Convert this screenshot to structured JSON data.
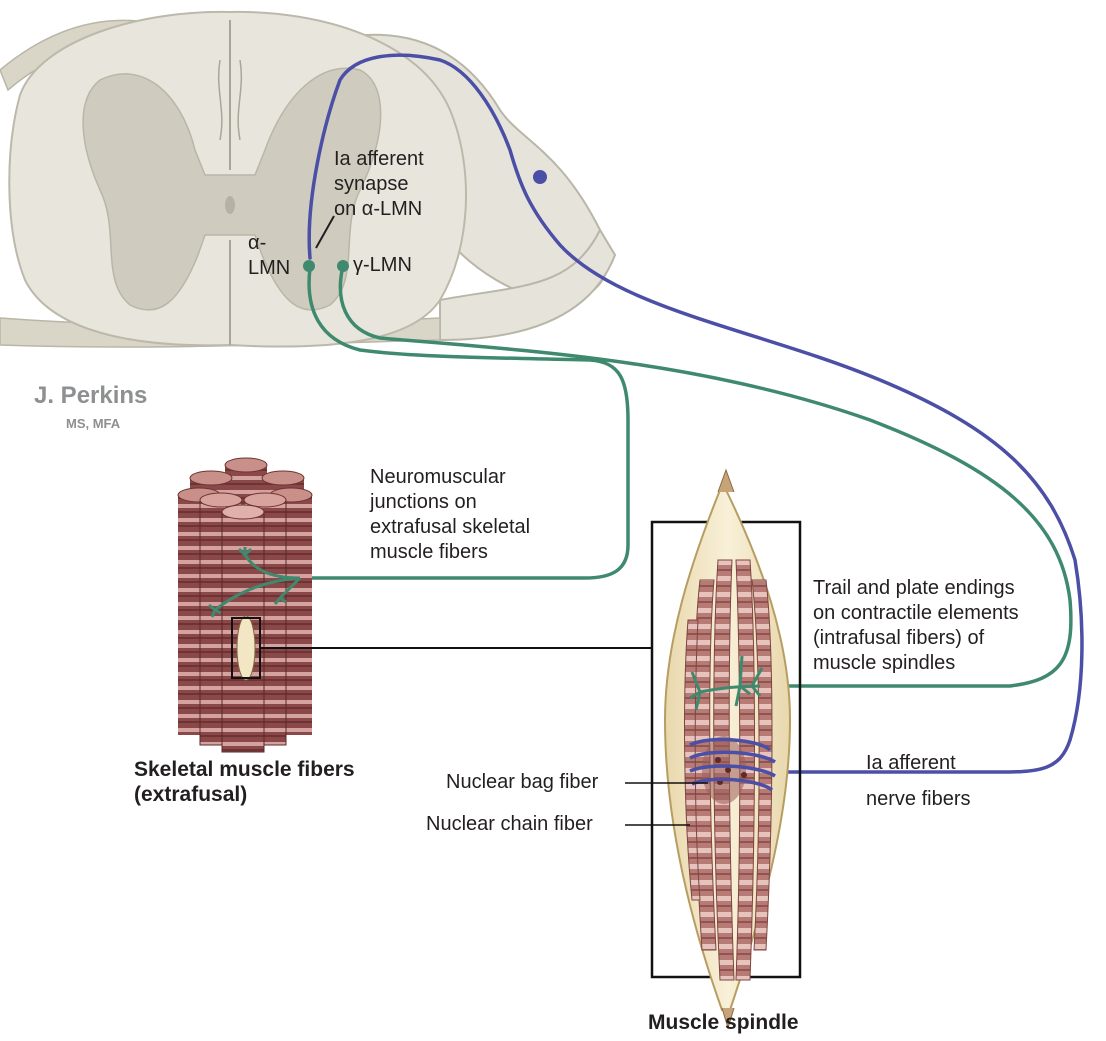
{
  "labels": {
    "ia_synapse": [
      "Ia afferent",
      "synapse",
      "on α-LMN"
    ],
    "alpha_lmn": [
      "α-",
      "LMN"
    ],
    "gamma_lmn": "γ-LMN",
    "nmj": [
      "Neuromuscular",
      "junctions on",
      "extrafusal skeletal",
      "muscle fibers"
    ],
    "trail_plate": [
      "Trail and plate endings",
      "on contractile elements",
      "(intrafusal fibers) of",
      "muscle spindles"
    ],
    "ia_nerve": [
      "Ia afferent",
      "nerve fibers"
    ],
    "skeletal_title": [
      "Skeletal muscle fibers",
      "(extrafusal)"
    ],
    "nuclear_bag": "Nuclear bag fiber",
    "nuclear_chain": "Nuclear chain fiber",
    "spindle_title": "Muscle spindle"
  },
  "signature": {
    "name": "J. Perkins",
    "credentials": "MS, MFA"
  },
  "colors": {
    "afferent": "#4b4fa6",
    "efferent": "#3f8a6e",
    "cord_white": "#e8e6dc",
    "cord_gray": "#cfccbf",
    "muscle": "#8c4a4a",
    "spindle_capsule": "#f3e7c6"
  }
}
